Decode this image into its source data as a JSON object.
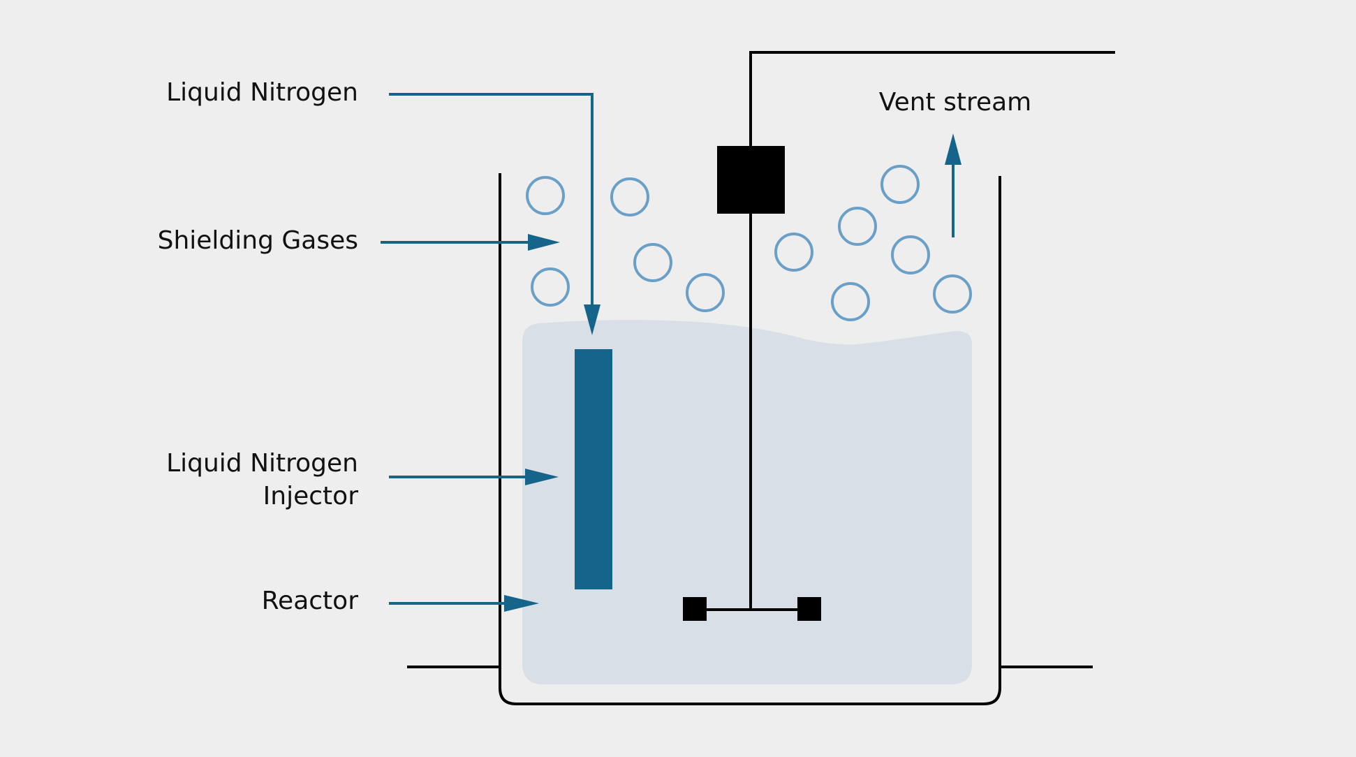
{
  "labels": {
    "liquid_nitrogen": "Liquid Nitrogen",
    "shielding_gases": "Shielding Gases",
    "injector_line1": "Liquid Nitrogen",
    "injector_line2": "Injector",
    "reactor": "Reactor",
    "vent_stream": "Vent stream"
  },
  "colors": {
    "background": "#eeeeee",
    "liquid": "#d8dfe6",
    "accent": "#146589",
    "bubble": "#6a9fc7",
    "outline": "#000000"
  }
}
